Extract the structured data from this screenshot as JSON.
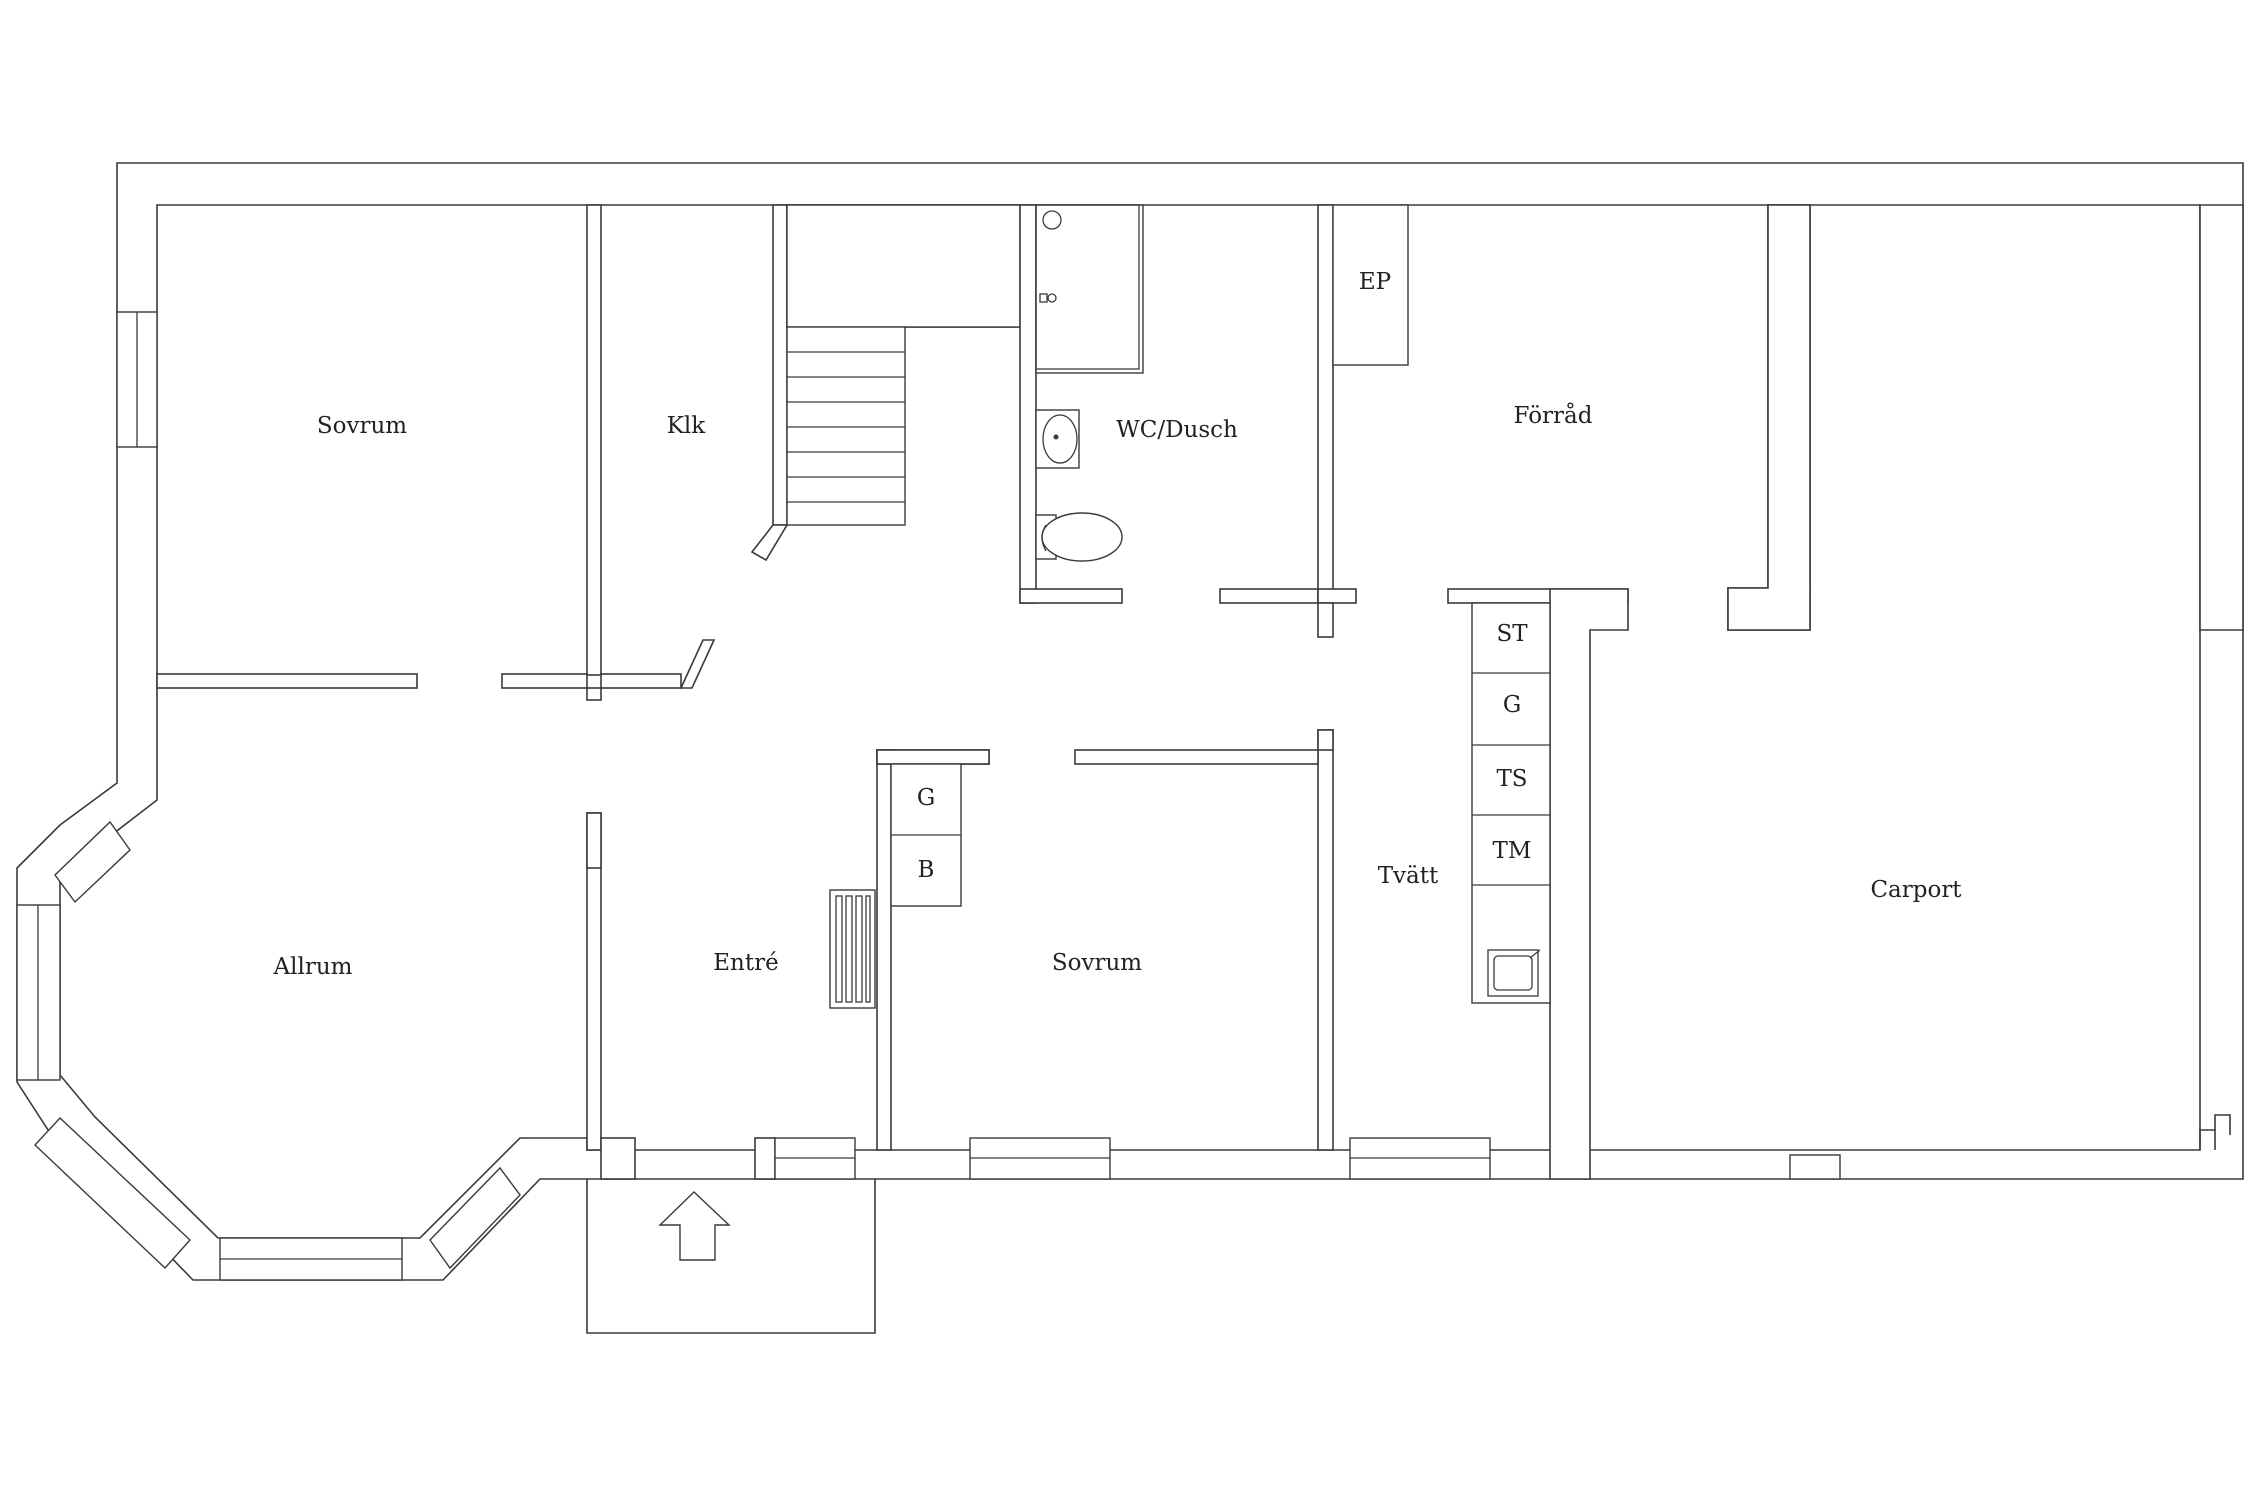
{
  "rooms": {
    "sovrum_top": "Sovrum",
    "klk": "Klk",
    "wc_dusch": "WC/Dusch",
    "ep": "EP",
    "forrad": "Förråd",
    "allrum": "Allrum",
    "entre": "Entré",
    "sovrum_bottom": "Sovrum",
    "tvatt": "Tvätt",
    "carport": "Carport"
  },
  "closets": {
    "entre_g": "G",
    "entre_b": "B"
  },
  "laundry_units": {
    "st": "ST",
    "g": "G",
    "ts": "TS",
    "tm": "TM"
  },
  "icons": {
    "entrance": "arrow-up-icon",
    "sink": "sink-icon",
    "toilet": "toilet-icon",
    "shower": "shower-icon",
    "laundry_sink": "laundry-sink-icon",
    "radiator": "radiator-icon"
  }
}
